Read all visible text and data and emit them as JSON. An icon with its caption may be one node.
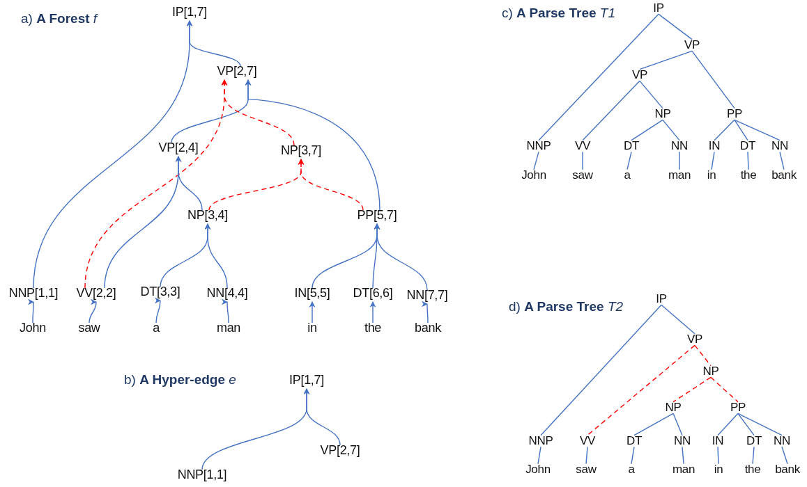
{
  "diagram": {
    "nodes": [
      {
        "text": [
          "IP[1,7]"
        ]
      },
      {
        "text": [
          "VP[2,7]"
        ]
      },
      {
        "text": [
          "VP[2,4]"
        ]
      },
      {
        "text": [
          "NP[3,7]"
        ]
      },
      {
        "text": [
          "NP[3,4]"
        ]
      },
      {
        "text": [
          "PP[5,7]"
        ]
      },
      {
        "text": [
          "NNP[1,1]"
        ]
      },
      {
        "text": [
          "VV[2,2]"
        ]
      },
      {
        "text": [
          "DT[3,3]"
        ]
      },
      {
        "text": [
          "NN[4,4]"
        ]
      },
      {
        "text": [
          "IN[5,5]"
        ]
      },
      {
        "text": [
          "DT[6,6]"
        ]
      },
      {
        "text": [
          "NN[7,7]"
        ]
      },
      {
        "text": [
          "John"
        ]
      },
      {
        "text": [
          "saw"
        ]
      },
      {
        "text": [
          "a"
        ]
      },
      {
        "text": [
          "man"
        ]
      },
      {
        "text": [
          "in"
        ]
      },
      {
        "text": [
          "the"
        ]
      },
      {
        "text": [
          "bank"
        ]
      },
      {
        "text": [
          "IP[1,7]"
        ]
      },
      {
        "text": [
          "VP[2,7]"
        ]
      },
      {
        "text": [
          "NNP[1,1]"
        ]
      },
      {
        "text": [
          "IP"
        ]
      },
      {
        "text": [
          "VP"
        ]
      },
      {
        "text": [
          "VP"
        ]
      },
      {
        "text": [
          "NP"
        ]
      },
      {
        "text": [
          "PP"
        ]
      },
      {
        "text": [
          "NNP"
        ]
      },
      {
        "text": [
          "VV"
        ]
      },
      {
        "text": [
          "DT"
        ]
      },
      {
        "text": [
          "NN"
        ]
      },
      {
        "text": [
          "IN"
        ]
      },
      {
        "text": [
          "DT"
        ]
      },
      {
        "text": [
          "NN"
        ]
      },
      {
        "text": [
          "John"
        ]
      },
      {
        "text": [
          "saw"
        ]
      },
      {
        "text": [
          "a"
        ]
      },
      {
        "text": [
          "man"
        ]
      },
      {
        "text": [
          "in"
        ]
      },
      {
        "text": [
          "the"
        ]
      },
      {
        "text": [
          "bank"
        ]
      },
      {
        "text": [
          "IP"
        ]
      },
      {
        "text": [
          "VP"
        ]
      },
      {
        "text": [
          "NP"
        ]
      },
      {
        "text": [
          "NP"
        ]
      },
      {
        "text": [
          "PP"
        ]
      },
      {
        "text": [
          "NNP"
        ]
      },
      {
        "text": [
          "VV"
        ]
      },
      {
        "text": [
          "DT"
        ]
      },
      {
        "text": [
          "NN"
        ]
      },
      {
        "text": [
          "IN"
        ]
      },
      {
        "text": [
          "DT"
        ]
      },
      {
        "text": [
          "NN"
        ]
      },
      {
        "text": [
          "John"
        ]
      },
      {
        "text": [
          "saw"
        ]
      },
      {
        "text": [
          "a"
        ]
      },
      {
        "text": [
          "man"
        ]
      },
      {
        "text": [
          "in"
        ]
      },
      {
        "text": [
          "the"
        ]
      },
      {
        "text": [
          "bank"
        ]
      }
    ],
    "edges": [
      {
        "from": 6,
        "to": 0,
        "arrow": "to"
      },
      {
        "from": 1,
        "to": 0,
        "arrow": "to"
      },
      {
        "from": 2,
        "to": 1,
        "arrow": "to"
      },
      {
        "from": 5,
        "to": 1,
        "arrow": "to"
      },
      {
        "from": 7,
        "to": 1,
        "arrow": "to",
        "style": "dashed",
        "color": "#ff0000"
      },
      {
        "from": 3,
        "to": 1,
        "arrow": "to",
        "style": "dashed",
        "color": "#ff0000"
      },
      {
        "from": 7,
        "to": 2,
        "arrow": "to"
      },
      {
        "from": 4,
        "to": 2,
        "arrow": "to"
      },
      {
        "from": 4,
        "to": 3,
        "arrow": "to",
        "style": "dashed",
        "color": "#ff0000"
      },
      {
        "from": 5,
        "to": 3,
        "arrow": "to",
        "style": "dashed",
        "color": "#ff0000"
      },
      {
        "from": 8,
        "to": 4,
        "arrow": "to"
      },
      {
        "from": 9,
        "to": 4,
        "arrow": "to"
      },
      {
        "from": 10,
        "to": 5,
        "arrow": "to"
      },
      {
        "from": 11,
        "to": 5,
        "arrow": "to"
      },
      {
        "from": 12,
        "to": 5,
        "arrow": "to"
      },
      {
        "from": 13,
        "to": 6,
        "arrow": "to"
      },
      {
        "from": 14,
        "to": 7,
        "arrow": "to"
      },
      {
        "from": 15,
        "to": 8,
        "arrow": "to"
      },
      {
        "from": 16,
        "to": 9,
        "arrow": "to"
      },
      {
        "from": 17,
        "to": 10,
        "arrow": "to"
      },
      {
        "from": 18,
        "to": 11,
        "arrow": "to"
      },
      {
        "from": 19,
        "to": 12,
        "arrow": "to"
      },
      {
        "from": 22,
        "to": 20,
        "arrow": "to"
      },
      {
        "from": 21,
        "to": 20,
        "arrow": "to"
      },
      {
        "from": 23,
        "to": 28,
        "arrow": "none"
      },
      {
        "from": 23,
        "to": 24,
        "arrow": "none"
      },
      {
        "from": 24,
        "to": 25,
        "arrow": "none"
      },
      {
        "from": 24,
        "to": 27,
        "arrow": "none"
      },
      {
        "from": 25,
        "to": 29,
        "arrow": "none"
      },
      {
        "from": 25,
        "to": 26,
        "arrow": "none"
      },
      {
        "from": 26,
        "to": 30,
        "arrow": "none"
      },
      {
        "from": 26,
        "to": 31,
        "arrow": "none"
      },
      {
        "from": 27,
        "to": 32,
        "arrow": "none"
      },
      {
        "from": 27,
        "to": 33,
        "arrow": "none"
      },
      {
        "from": 27,
        "to": 34,
        "arrow": "none"
      },
      {
        "from": 28,
        "to": 35,
        "arrow": "none"
      },
      {
        "from": 29,
        "to": 36,
        "arrow": "none"
      },
      {
        "from": 30,
        "to": 37,
        "arrow": "none"
      },
      {
        "from": 31,
        "to": 38,
        "arrow": "none"
      },
      {
        "from": 32,
        "to": 39,
        "arrow": "none"
      },
      {
        "from": 33,
        "to": 40,
        "arrow": "none"
      },
      {
        "from": 34,
        "to": 41,
        "arrow": "none"
      },
      {
        "from": 42,
        "to": 47,
        "arrow": "none"
      },
      {
        "from": 42,
        "to": 43,
        "arrow": "none"
      },
      {
        "from": 43,
        "to": 48,
        "arrow": "none",
        "style": "dashed",
        "color": "#ff0000"
      },
      {
        "from": 43,
        "to": 44,
        "arrow": "none",
        "style": "dashed",
        "color": "#ff0000"
      },
      {
        "from": 44,
        "to": 45,
        "arrow": "none",
        "style": "dashed",
        "color": "#ff0000"
      },
      {
        "from": 44,
        "to": 46,
        "arrow": "none",
        "style": "dashed",
        "color": "#ff0000"
      },
      {
        "from": 45,
        "to": 49,
        "arrow": "none"
      },
      {
        "from": 45,
        "to": 50,
        "arrow": "none"
      },
      {
        "from": 46,
        "to": 51,
        "arrow": "none"
      },
      {
        "from": 46,
        "to": 52,
        "arrow": "none"
      },
      {
        "from": 46,
        "to": 53,
        "arrow": "none"
      },
      {
        "from": 47,
        "to": 54,
        "arrow": "none"
      },
      {
        "from": 48,
        "to": 55,
        "arrow": "none"
      },
      {
        "from": 49,
        "to": 56,
        "arrow": "none"
      },
      {
        "from": 50,
        "to": 57,
        "arrow": "none"
      },
      {
        "from": 51,
        "to": 58,
        "arrow": "none"
      },
      {
        "from": 52,
        "to": 59,
        "arrow": "none"
      },
      {
        "from": 53,
        "to": 60,
        "arrow": "none"
      }
    ],
    "labels": [
      "a) **A Forest** *f*",
      "c) **A Parse Tree** *T1*",
      "d) **A Parse Tree** *T2*",
      "b) **A Hyper-edge** *e*"
    ]
  }
}
